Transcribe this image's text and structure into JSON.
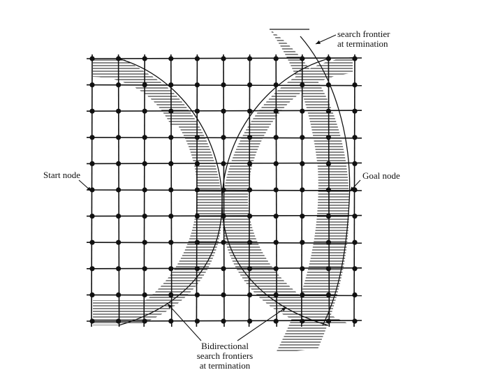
{
  "labels": {
    "search_frontier": [
      "search frontier",
      "at termination"
    ],
    "start_node": "Start node",
    "goal_node": "Goal node",
    "bidirectional": [
      "Bidirectional",
      "search frontiers",
      "at termination"
    ]
  },
  "grid": {
    "rows": 11,
    "cols": 11
  },
  "colors": {
    "ink": "#111111",
    "paper": "#ffffff"
  }
}
